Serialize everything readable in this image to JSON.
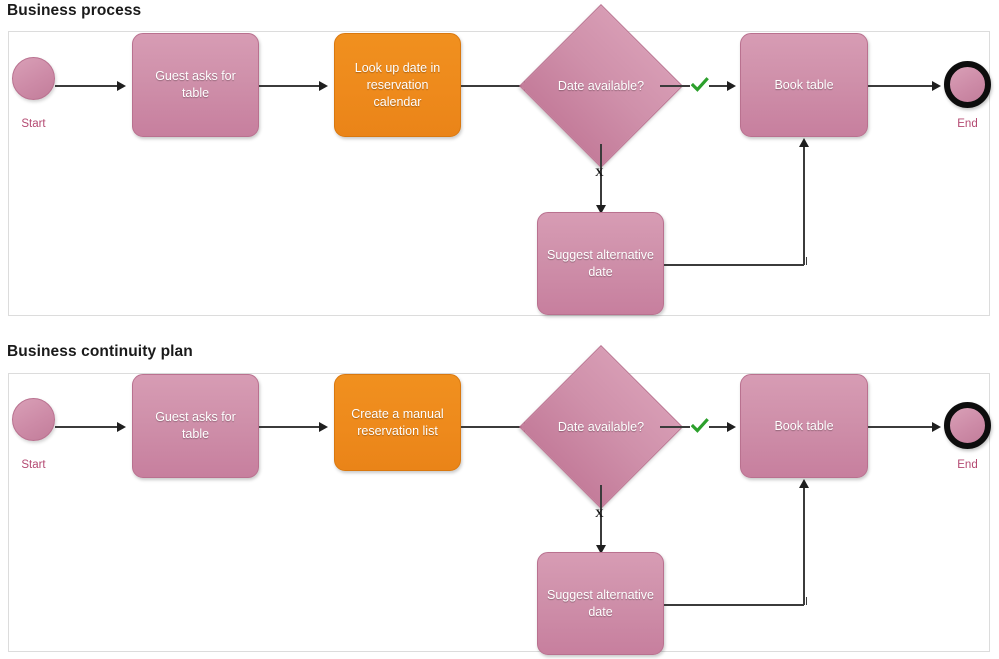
{
  "page": {
    "background": "#ffffff",
    "accent_pink": "#cf90aa",
    "accent_pink_border": "#b9718f",
    "accent_orange": "#ee8a1c",
    "caption_color": "#b44a72",
    "connector_color": "#3b3b3b",
    "check_color": "#2ca02c"
  },
  "diagrams": [
    {
      "title": "Business process",
      "nodes": {
        "start": {
          "label": "",
          "caption": "Start",
          "type": "start-event"
        },
        "task1": {
          "label": "Guest asks for table",
          "type": "task"
        },
        "task2": {
          "label": "Look up date in reservation calendar",
          "type": "task",
          "highlight": "orange"
        },
        "gateway": {
          "label": "Date available?",
          "type": "decision"
        },
        "task3": {
          "label": "Book table",
          "type": "task"
        },
        "task4": {
          "label": "Suggest alternative date",
          "type": "task"
        },
        "end": {
          "label": "",
          "caption": "End",
          "type": "end-event"
        }
      },
      "edge_labels": {
        "yes": "✔",
        "no": "X"
      }
    },
    {
      "title": "Business continuity plan",
      "nodes": {
        "start": {
          "label": "",
          "caption": "Start",
          "type": "start-event"
        },
        "task1": {
          "label": "Guest asks for table",
          "type": "task"
        },
        "task2": {
          "label": "Create a manual reservation list",
          "type": "task",
          "highlight": "orange"
        },
        "gateway": {
          "label": "Date available?",
          "type": "decision"
        },
        "task3": {
          "label": "Book table",
          "type": "task"
        },
        "task4": {
          "label": "Suggest alternative date",
          "type": "task"
        },
        "end": {
          "label": "",
          "caption": "End",
          "type": "end-event"
        }
      },
      "edge_labels": {
        "yes": "✔",
        "no": "X"
      }
    }
  ]
}
